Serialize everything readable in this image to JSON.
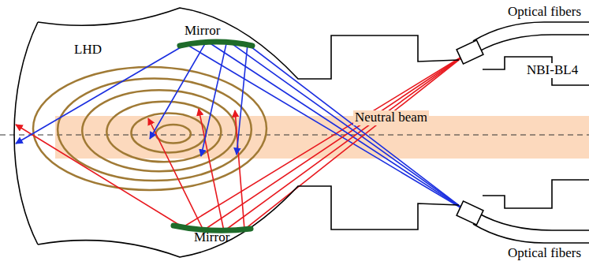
{
  "diagram": {
    "labels": [
      "LHD",
      "Mirror",
      "Mirror",
      "Neutral beam",
      "NBI-BL4",
      "Optical fibers",
      "Optical fibers"
    ]
  }
}
